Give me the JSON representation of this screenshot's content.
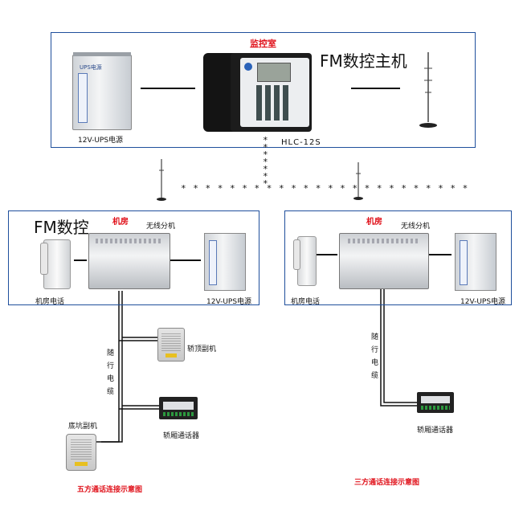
{
  "monitor_room": {
    "title": "监控室",
    "fm_host": "FM数控主机",
    "ups_label": "12V-UPS电源",
    "model": "HLC-12S",
    "ups_panel_text": "UPS电源"
  },
  "left_room": {
    "title": "机房",
    "fm_title": "FM数控",
    "wireless_ext": "无线分机",
    "room_phone": "机房电话",
    "ups_label": "12V-UPS电源",
    "cable_label": "随行电缆",
    "top_car_unit": "轿顶副机",
    "car_intercom": "轿厢通话器",
    "pit_unit": "底坑副机",
    "caption": "五方通话连接示意图"
  },
  "right_room": {
    "title": "机房",
    "wireless_ext": "无线分机",
    "room_phone": "机房电话",
    "ups_label": "12V-UPS电源",
    "cable_label": "随行电缆",
    "car_intercom": "轿厢通话器",
    "caption": "三方通话连接示意图"
  },
  "colors": {
    "frame": "#1f4f9c",
    "accent": "#e0121b"
  }
}
